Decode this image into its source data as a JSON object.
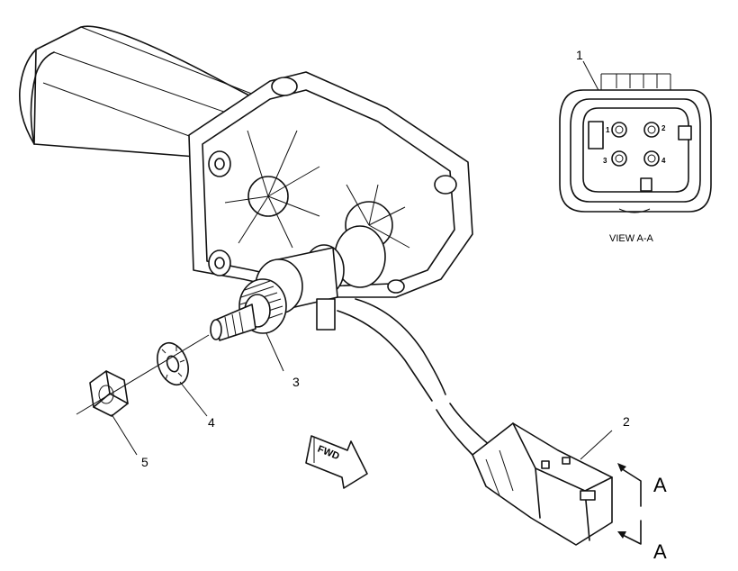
{
  "callouts": {
    "c1": "1",
    "c2": "2",
    "c3": "3",
    "c4": "4",
    "c5": "5"
  },
  "view_label": "VIEW A-A",
  "section_labels": {
    "top": "A",
    "bottom": "A"
  },
  "pin_labels": {
    "p1": "1",
    "p2": "2",
    "p3": "3",
    "p4": "4"
  },
  "direction_label": "FWD"
}
